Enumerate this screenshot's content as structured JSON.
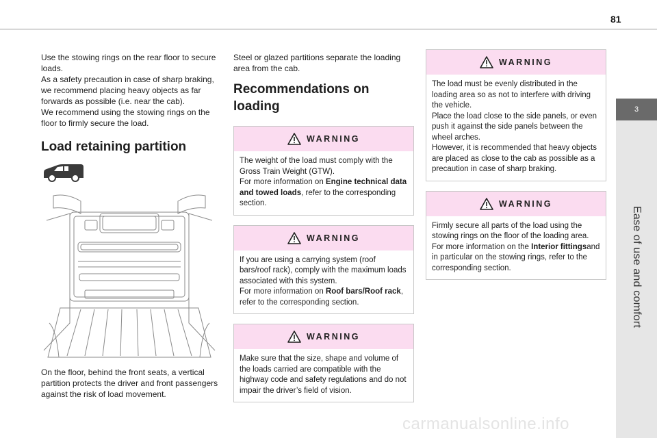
{
  "page": {
    "number": "81"
  },
  "sidebar": {
    "chapter_number": "3",
    "chapter_title": "Ease of use and comfort"
  },
  "column1": {
    "intro_paragraph": "Use the stowing rings on the rear floor to secure loads.\nAs a safety precaution in case of sharp braking, we recommend placing heavy objects as far forwards as possible (i.e. near the cab).\nWe recommend using the stowing rings on the floor to firmly secure the load.",
    "section_heading": "Load retaining partition",
    "van_icon": "van-side-icon",
    "illustration": "load-partition-illustration",
    "caption": "On the floor, behind the front seats, a vertical partition protects the driver and front passengers against the risk of load movement."
  },
  "column2": {
    "intro_paragraph": "Steel or glazed partitions separate the loading area from the cab.",
    "section_heading": "Recommendations on loading",
    "warnings": [
      {
        "title": "WARNING",
        "icon": "warning-triangle-icon",
        "text_before": "The weight of the load must comply with the Gross Train Weight (GTW).\nFor more information on ",
        "bold": "Engine technical data and towed loads",
        "text_after": ", refer to the corresponding section."
      },
      {
        "title": "WARNING",
        "icon": "warning-triangle-icon",
        "text_before": "If you are using a carrying system (roof bars/roof rack), comply with the maximum loads associated with this system.\nFor more information on ",
        "bold": "Roof bars/Roof rack",
        "text_after": ", refer to the corresponding section."
      },
      {
        "title": "WARNING",
        "icon": "warning-triangle-icon",
        "text": "Make sure that the size, shape and volume of the loads carried are compatible with the highway code and safety regulations and do not impair the driver’s field of vision."
      }
    ]
  },
  "column3": {
    "warnings": [
      {
        "title": "WARNING",
        "icon": "warning-triangle-icon",
        "text": "The load must be evenly distributed in the loading area so as not to interfere with driving the vehicle.\nPlace the load close to the side panels, or even push it against the side panels between the wheel arches.\nHowever, it is recommended that heavy objects are placed as close to the cab as possible as a precaution in case of sharp braking."
      },
      {
        "title": "WARNING",
        "icon": "warning-triangle-icon",
        "text_before": "Firmly secure all parts of the load using the stowing rings on the floor of the loading area.\nFor more information on the ",
        "bold": "Interior fittings",
        "text_after": "and in particular on the stowing rings, refer to the corresponding section."
      }
    ]
  },
  "colors": {
    "warning_header": "#fbdcf0",
    "sidebar_tab": "#6a6a6a",
    "sidebar_strip": "#e6e6e6",
    "box_border": "#c7c7c7"
  },
  "watermark": "carmanualsonline.info"
}
